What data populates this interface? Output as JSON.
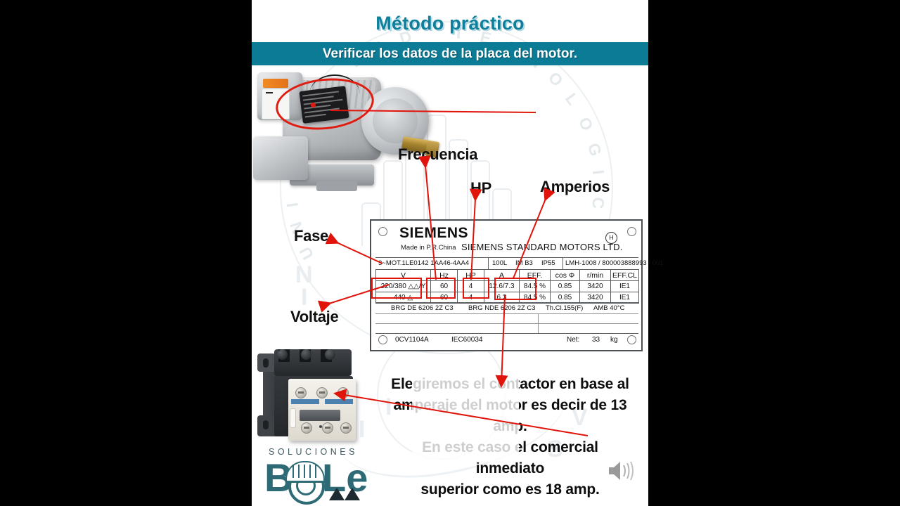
{
  "slide": {
    "title": "Método práctico",
    "subtitle": "Verificar los datos de la placa del motor.",
    "accent_color": "#0c7b96",
    "title_color": "#0f7f9c",
    "arrow_color": "#e0140a",
    "background": "#ffffff",
    "letterbox_color": "#000000"
  },
  "annotations": [
    {
      "key": "frecuencia",
      "label": "Frecuencia",
      "points_to": "Hz column"
    },
    {
      "key": "hp",
      "label": "HP",
      "points_to": "HP column"
    },
    {
      "key": "amperios",
      "label": "Amperios",
      "points_to": "A column"
    },
    {
      "key": "fase",
      "label": "Fase",
      "points_to": "3~MOT phase row"
    },
    {
      "key": "voltaje",
      "label": "Voltaje",
      "points_to": "V column"
    }
  ],
  "nameplate": {
    "brand": "SIEMENS",
    "made_in": "Made in P.R.China",
    "company": "SIEMENS STANDARD MOTORS LTD.",
    "insulation_mark": "H",
    "model_row": {
      "motor_type": "3~MOT.1LE0142 1AA46-4AA4",
      "frame": "100L",
      "mounting": "IM B3",
      "protection": "IP55",
      "serial": "LMH-1008 / 800003888993 / 001"
    },
    "headers": [
      "V",
      "Hz",
      "HP",
      "A",
      "EFF.",
      "cos Φ",
      "r/min",
      "EFF.CL"
    ],
    "rows": [
      [
        "220/380  △△/Y",
        "60",
        "4",
        "12.6/7.3",
        "84.5 %",
        "0.85",
        "3420",
        "IE1"
      ],
      [
        "440  △",
        "60",
        "4",
        "6.3",
        "84.5 %",
        "0.85",
        "3420",
        "IE1"
      ]
    ],
    "bearing_de": "BRG DE 6206 2Z C3",
    "bearing_nde": "BRG NDE 6206 2Z C3",
    "thermal_class": "Th.Cl.155(F)",
    "ambient": "AMB 40°C",
    "code": "0CV1104A",
    "standard": "IEC60034",
    "net_label": "Net:",
    "net_weight": "33",
    "net_unit": "kg"
  },
  "paragraph": {
    "lines": [
      "Elegiremos el contactor en base al",
      "amperaje del motor es decir de 13 amp.",
      "En este caso el comercial inmediato",
      "superior como es 18  amp."
    ]
  },
  "logo": {
    "word": "SOLUCIONES",
    "b": "B",
    "le": "Le",
    "icon": "hardhat-gear-icon"
  },
  "controls": {
    "speaker": "speaker-icon"
  },
  "watermark": {
    "arc_text": "UNIVERSIDAD TECNOLOGICA",
    "color": "#e6eaed"
  }
}
